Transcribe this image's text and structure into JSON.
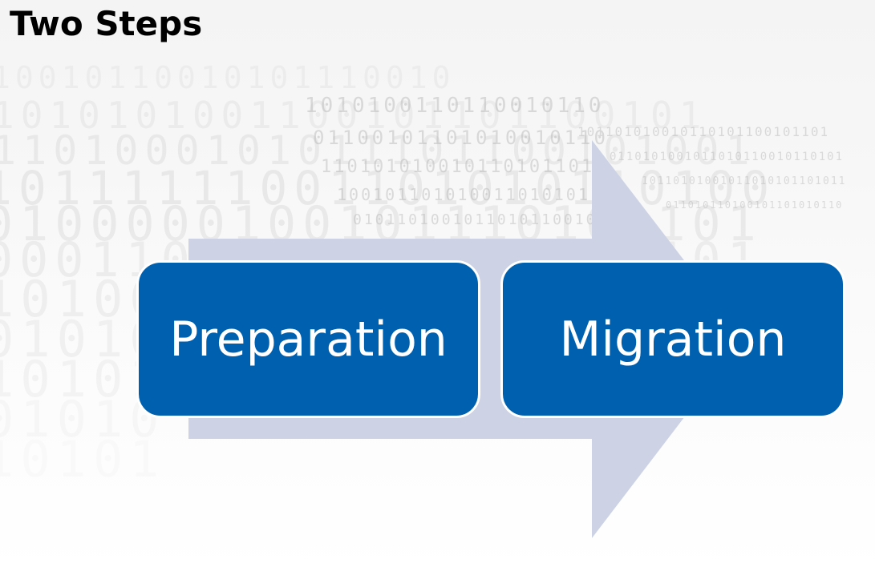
{
  "slide": {
    "title": "Two Steps"
  },
  "diagram": {
    "arrow_color": "#cdd3e4",
    "box_color": "#0060b0",
    "box_border_color": "#ffffff",
    "steps": [
      {
        "label": "Preparation"
      },
      {
        "label": "Migration"
      }
    ]
  }
}
